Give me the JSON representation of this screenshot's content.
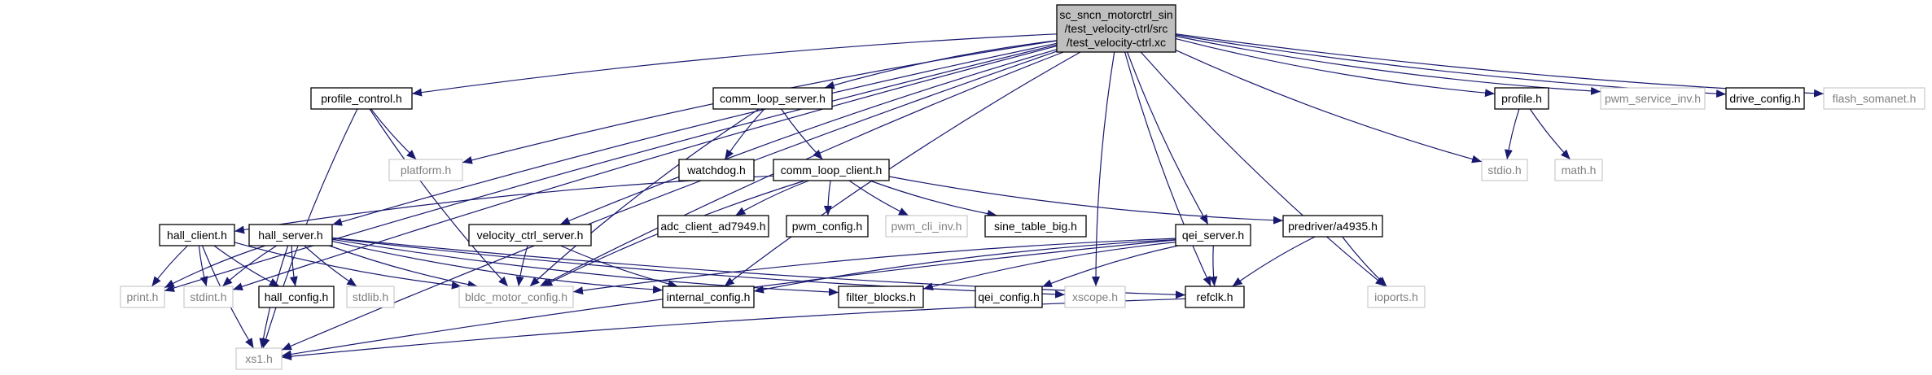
{
  "title": "",
  "colors": {
    "edge": "#191970",
    "root_fill": "#bfbfbf",
    "documented_border": "#000000",
    "undocumented_border": "#bfbfbf",
    "undocumented_text": "#808080",
    "text": "#000000"
  },
  "nodes": {
    "root": {
      "label": [
        "sc_sncn_motorctrl_sin",
        "/test_velocity-ctrl/src",
        "/test_velocity-ctrl.xc"
      ],
      "kind": "root"
    },
    "profile_control": {
      "label": [
        "profile_control.h"
      ],
      "kind": "doc"
    },
    "platform": {
      "label": [
        "platform.h"
      ],
      "kind": "ext"
    },
    "comm_loop_server": {
      "label": [
        "comm_loop_server.h"
      ],
      "kind": "doc"
    },
    "watchdog": {
      "label": [
        "watchdog.h"
      ],
      "kind": "doc"
    },
    "comm_loop_client": {
      "label": [
        "comm_loop_client.h"
      ],
      "kind": "doc"
    },
    "adc_client": {
      "label": [
        "adc_client_ad7949.h"
      ],
      "kind": "doc"
    },
    "pwm_config": {
      "label": [
        "pwm_config.h"
      ],
      "kind": "doc"
    },
    "pwm_cli_inv": {
      "label": [
        "pwm_cli_inv.h"
      ],
      "kind": "ext"
    },
    "sine_table": {
      "label": [
        "sine_table_big.h"
      ],
      "kind": "doc"
    },
    "predriver": {
      "label": [
        "predriver/a4935.h"
      ],
      "kind": "doc"
    },
    "hall_client": {
      "label": [
        "hall_client.h"
      ],
      "kind": "doc"
    },
    "hall_server": {
      "label": [
        "hall_server.h"
      ],
      "kind": "doc"
    },
    "velocity_ctrl_server": {
      "label": [
        "velocity_ctrl_server.h"
      ],
      "kind": "doc"
    },
    "qei_server": {
      "label": [
        "qei_server.h"
      ],
      "kind": "doc"
    },
    "profile": {
      "label": [
        "profile.h"
      ],
      "kind": "doc"
    },
    "pwm_service_inv": {
      "label": [
        "pwm_service_inv.h"
      ],
      "kind": "ext"
    },
    "drive_config": {
      "label": [
        "drive_config.h"
      ],
      "kind": "doc"
    },
    "flash_somanet": {
      "label": [
        "flash_somanet.h"
      ],
      "kind": "ext"
    },
    "stdio": {
      "label": [
        "stdio.h"
      ],
      "kind": "ext"
    },
    "math": {
      "label": [
        "math.h"
      ],
      "kind": "ext"
    },
    "print": {
      "label": [
        "print.h"
      ],
      "kind": "ext"
    },
    "stdint": {
      "label": [
        "stdint.h"
      ],
      "kind": "ext"
    },
    "hall_config": {
      "label": [
        "hall_config.h"
      ],
      "kind": "doc"
    },
    "stdlib": {
      "label": [
        "stdlib.h"
      ],
      "kind": "ext"
    },
    "bldc_motor_config": {
      "label": [
        "bldc_motor_config.h"
      ],
      "kind": "ext"
    },
    "internal_config": {
      "label": [
        "internal_config.h"
      ],
      "kind": "doc"
    },
    "filter_blocks": {
      "label": [
        "filter_blocks.h"
      ],
      "kind": "doc"
    },
    "qei_config": {
      "label": [
        "qei_config.h"
      ],
      "kind": "doc"
    },
    "xscope": {
      "label": [
        "xscope.h"
      ],
      "kind": "ext"
    },
    "refclk": {
      "label": [
        "refclk.h"
      ],
      "kind": "doc"
    },
    "ioports": {
      "label": [
        "ioports.h"
      ],
      "kind": "ext"
    },
    "xs1": {
      "label": [
        "xs1.h"
      ],
      "kind": "ext"
    }
  },
  "edges": [
    [
      "root",
      "profile_control"
    ],
    [
      "root",
      "platform"
    ],
    [
      "root",
      "comm_loop_server"
    ],
    [
      "root",
      "hall_server"
    ],
    [
      "root",
      "velocity_ctrl_server"
    ],
    [
      "root",
      "qei_server"
    ],
    [
      "root",
      "profile"
    ],
    [
      "root",
      "pwm_service_inv"
    ],
    [
      "root",
      "drive_config"
    ],
    [
      "root",
      "flash_somanet"
    ],
    [
      "root",
      "stdio"
    ],
    [
      "root",
      "print"
    ],
    [
      "root",
      "stdint"
    ],
    [
      "root",
      "xs1"
    ],
    [
      "root",
      "bldc_motor_config"
    ],
    [
      "root",
      "internal_config"
    ],
    [
      "root",
      "xscope"
    ],
    [
      "root",
      "refclk"
    ],
    [
      "root",
      "ioports"
    ],
    [
      "profile_control",
      "platform"
    ],
    [
      "profile_control",
      "xs1"
    ],
    [
      "profile_control",
      "bldc_motor_config"
    ],
    [
      "comm_loop_server",
      "watchdog"
    ],
    [
      "comm_loop_server",
      "comm_loop_client"
    ],
    [
      "comm_loop_server",
      "bldc_motor_config"
    ],
    [
      "comm_loop_client",
      "hall_client"
    ],
    [
      "comm_loop_client",
      "adc_client"
    ],
    [
      "comm_loop_client",
      "pwm_config"
    ],
    [
      "comm_loop_client",
      "pwm_cli_inv"
    ],
    [
      "comm_loop_client",
      "sine_table"
    ],
    [
      "comm_loop_client",
      "predriver"
    ],
    [
      "comm_loop_client",
      "bldc_motor_config"
    ],
    [
      "hall_client",
      "print"
    ],
    [
      "hall_client",
      "stdint"
    ],
    [
      "hall_client",
      "hall_config"
    ],
    [
      "hall_client",
      "bldc_motor_config"
    ],
    [
      "hall_client",
      "xs1"
    ],
    [
      "hall_server",
      "print"
    ],
    [
      "hall_server",
      "stdint"
    ],
    [
      "hall_server",
      "hall_config"
    ],
    [
      "hall_server",
      "stdlib"
    ],
    [
      "hall_server",
      "bldc_motor_config"
    ],
    [
      "hall_server",
      "internal_config"
    ],
    [
      "hall_server",
      "filter_blocks"
    ],
    [
      "hall_server",
      "xscope"
    ],
    [
      "hall_server",
      "refclk"
    ],
    [
      "hall_server",
      "xs1"
    ],
    [
      "velocity_ctrl_server",
      "bldc_motor_config"
    ],
    [
      "velocity_ctrl_server",
      "internal_config"
    ],
    [
      "qei_server",
      "bldc_motor_config"
    ],
    [
      "qei_server",
      "internal_config"
    ],
    [
      "qei_server",
      "filter_blocks"
    ],
    [
      "qei_server",
      "qei_config"
    ],
    [
      "qei_server",
      "refclk"
    ],
    [
      "qei_server",
      "xs1"
    ],
    [
      "predriver",
      "refclk"
    ],
    [
      "predriver",
      "ioports"
    ],
    [
      "profile",
      "stdio"
    ],
    [
      "profile",
      "math"
    ],
    [
      "refclk",
      "xs1"
    ]
  ]
}
